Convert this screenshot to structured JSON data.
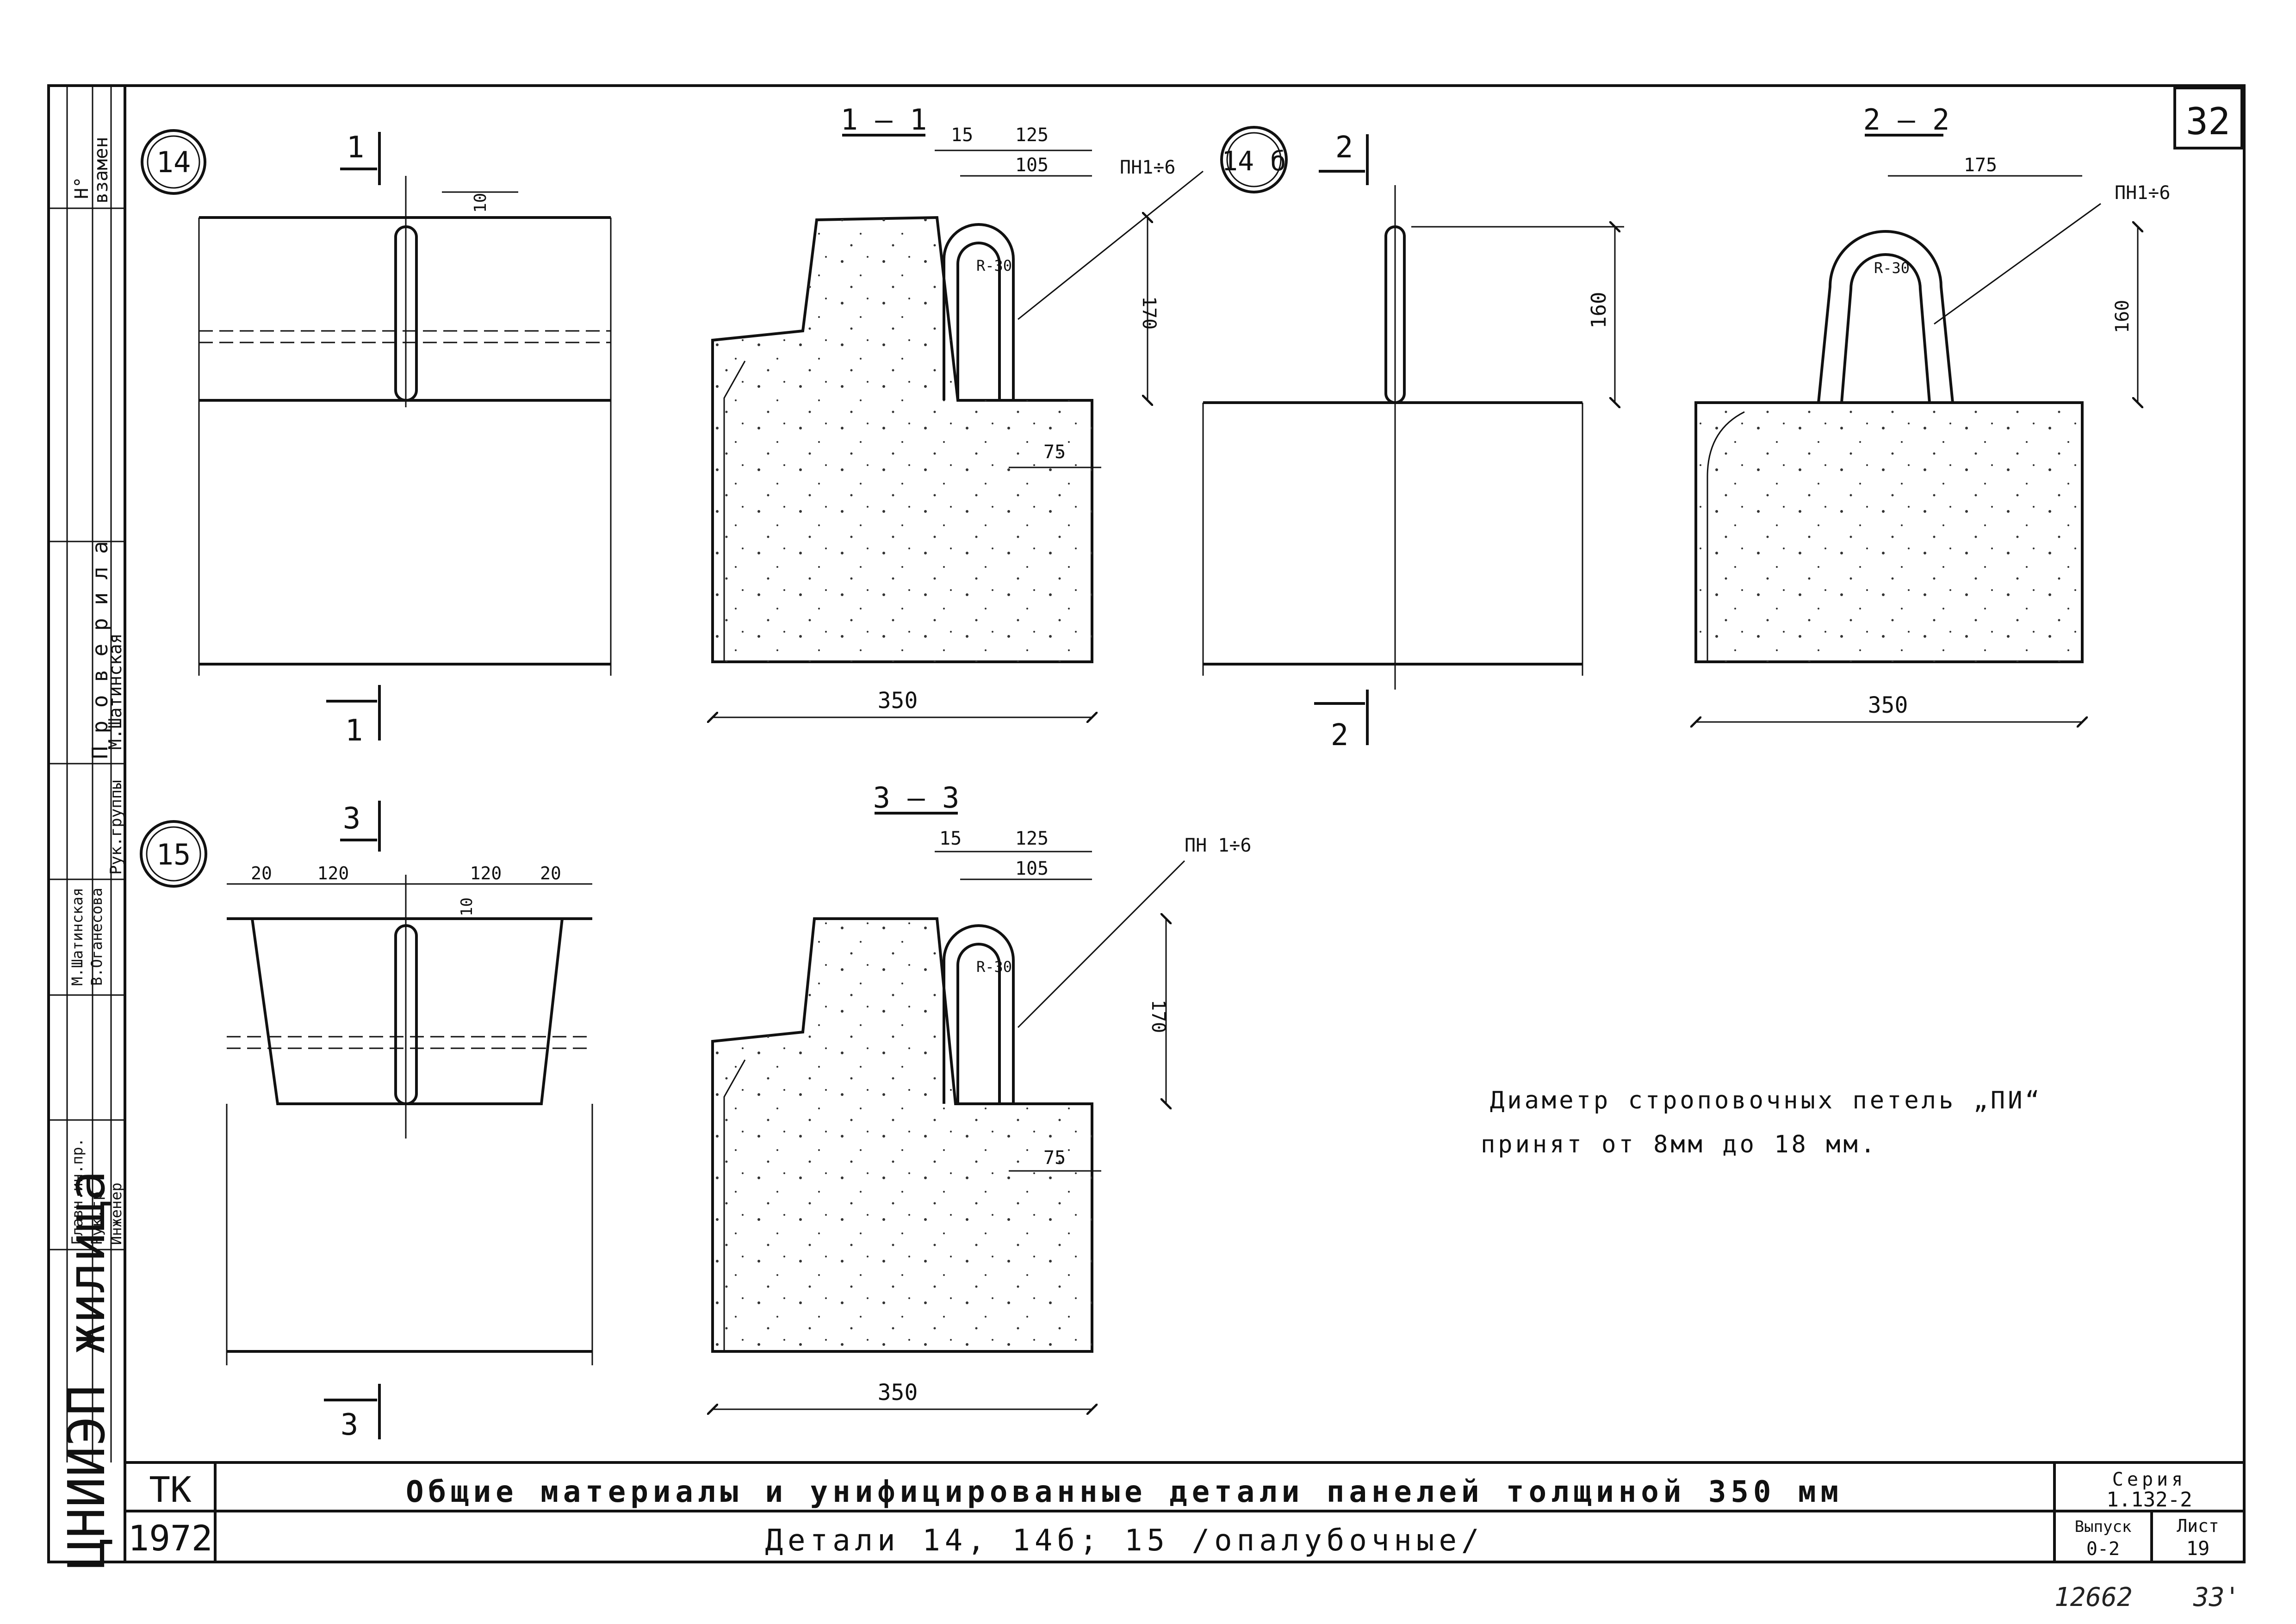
{
  "sheet": {
    "sheet_number": "32",
    "corner_page_note": "33'",
    "archive_number": "12662"
  },
  "details": {
    "d14": {
      "label": "14",
      "cut_mark": "1"
    },
    "d14b": {
      "label": "14 б",
      "cut_mark": "2"
    },
    "d15": {
      "label": "15",
      "cut_mark": "3"
    }
  },
  "sections": {
    "s11": {
      "title": "1 — 1",
      "dims": [
        "15",
        "125",
        "105",
        "170",
        "75",
        "350"
      ],
      "radius": "R-30",
      "loop_label": "ПН1÷6"
    },
    "s22": {
      "title": "2 — 2",
      "dims": [
        "175",
        "160",
        "350"
      ],
      "radius": "R-30",
      "loop_label": "ПН1÷6"
    },
    "s33": {
      "title": "3 — 3",
      "dims": [
        "15",
        "125",
        "105",
        "170",
        "75",
        "350"
      ],
      "radius": "R-30",
      "loop_label": "ПН 1÷6"
    }
  },
  "elevations": {
    "e14": {
      "dims": [
        "10"
      ]
    },
    "e14b": {
      "dims": [
        "160"
      ]
    },
    "e15": {
      "dims": [
        "20",
        "120",
        "120",
        "20",
        "10"
      ]
    }
  },
  "note": {
    "line1": "Диаметр строповочных петель „ПИ“",
    "line2": "принят от 8мм до 18 мм."
  },
  "side_stamp": {
    "top_cells": [
      "Н°",
      "взамен"
    ],
    "checked_header": "П р о в е р и л а",
    "checked_name": "М.Шатинская",
    "checked_role": "Рук.группы",
    "rows": [
      {
        "role": "Главн.ин.пр.",
        "name": "М.Шатинская"
      },
      {
        "role": "Рук.гр",
        "name": "В.Оганесова"
      },
      {
        "role": "Инженер",
        "name": ""
      }
    ],
    "org": "ЦНИИЭП жилища"
  },
  "title_block": {
    "code_top": "ТК",
    "year": "1972",
    "title_line1": "Общие материалы и унифицированные детали панелей толщиной 350 мм",
    "title_line2": "Детали 14, 14б; 15 /опалубочные/",
    "series_label": "Серия",
    "series_value": "1.132-2",
    "issue_label": "Выпуск",
    "issue_value": "0-2",
    "sheet_label": "Лист",
    "sheet_value": "19"
  }
}
